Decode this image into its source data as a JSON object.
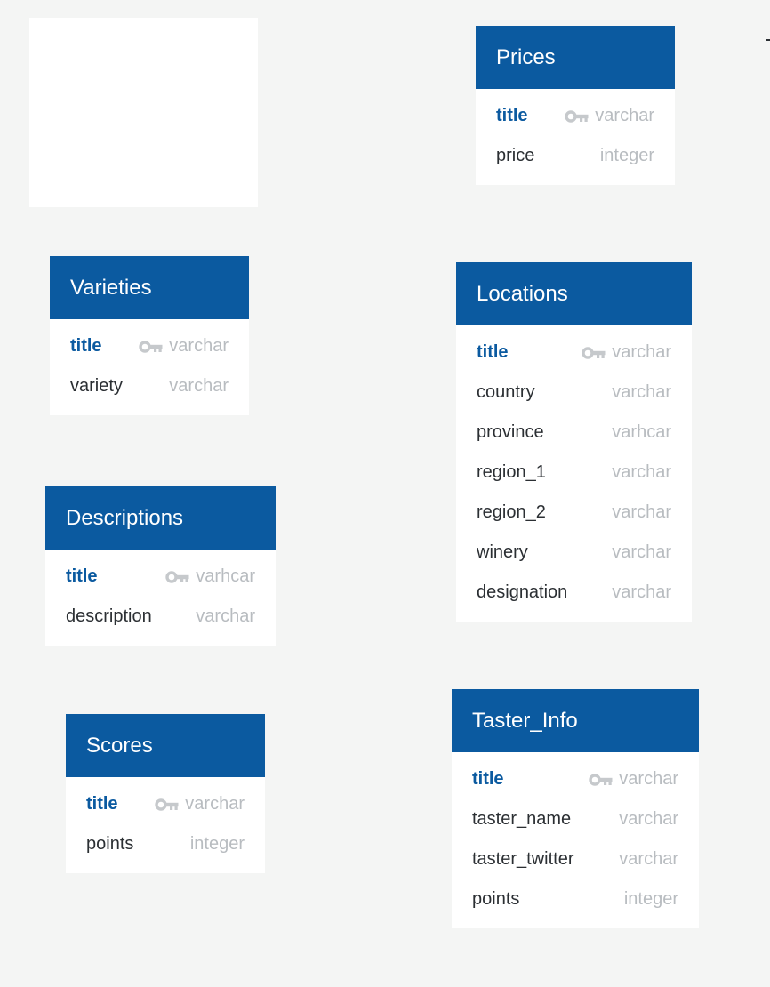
{
  "colors": {
    "background": "#f4f5f4",
    "header": "#0b5aa0",
    "primary_key_text": "#0b5aa0",
    "field_text": "#2b2f33",
    "type_text": "#b8bcc0",
    "key_icon": "#c6c9cc"
  },
  "tables": {
    "prices": {
      "name": "Prices",
      "fields": [
        {
          "name": "title",
          "type": "varchar",
          "key": "key-icon"
        },
        {
          "name": "price",
          "type": "integer"
        }
      ]
    },
    "varieties": {
      "name": "Varieties",
      "fields": [
        {
          "name": "title",
          "type": "varchar",
          "key": "key-icon"
        },
        {
          "name": "variety",
          "type": "varchar"
        }
      ]
    },
    "locations": {
      "name": "Locations",
      "fields": [
        {
          "name": "title",
          "type": "varchar",
          "key": "key-icon"
        },
        {
          "name": "country",
          "type": "varchar"
        },
        {
          "name": "province",
          "type": "varhcar"
        },
        {
          "name": "region_1",
          "type": "varchar"
        },
        {
          "name": "region_2",
          "type": "varchar"
        },
        {
          "name": "winery",
          "type": "varchar"
        },
        {
          "name": "designation",
          "type": "varchar"
        }
      ]
    },
    "descriptions": {
      "name": "Descriptions",
      "fields": [
        {
          "name": "title",
          "type": "varhcar",
          "key": "key-icon"
        },
        {
          "name": "description",
          "type": "varchar"
        }
      ]
    },
    "scores": {
      "name": "Scores",
      "fields": [
        {
          "name": "title",
          "type": "varchar",
          "key": "key-icon"
        },
        {
          "name": "points",
          "type": "integer"
        }
      ]
    },
    "taster_info": {
      "name": "Taster_Info",
      "fields": [
        {
          "name": "title",
          "type": "varchar",
          "key": "key-icon"
        },
        {
          "name": "taster_name",
          "type": "varchar"
        },
        {
          "name": "taster_twitter",
          "type": "varchar"
        },
        {
          "name": "points",
          "type": "integer"
        }
      ]
    }
  }
}
